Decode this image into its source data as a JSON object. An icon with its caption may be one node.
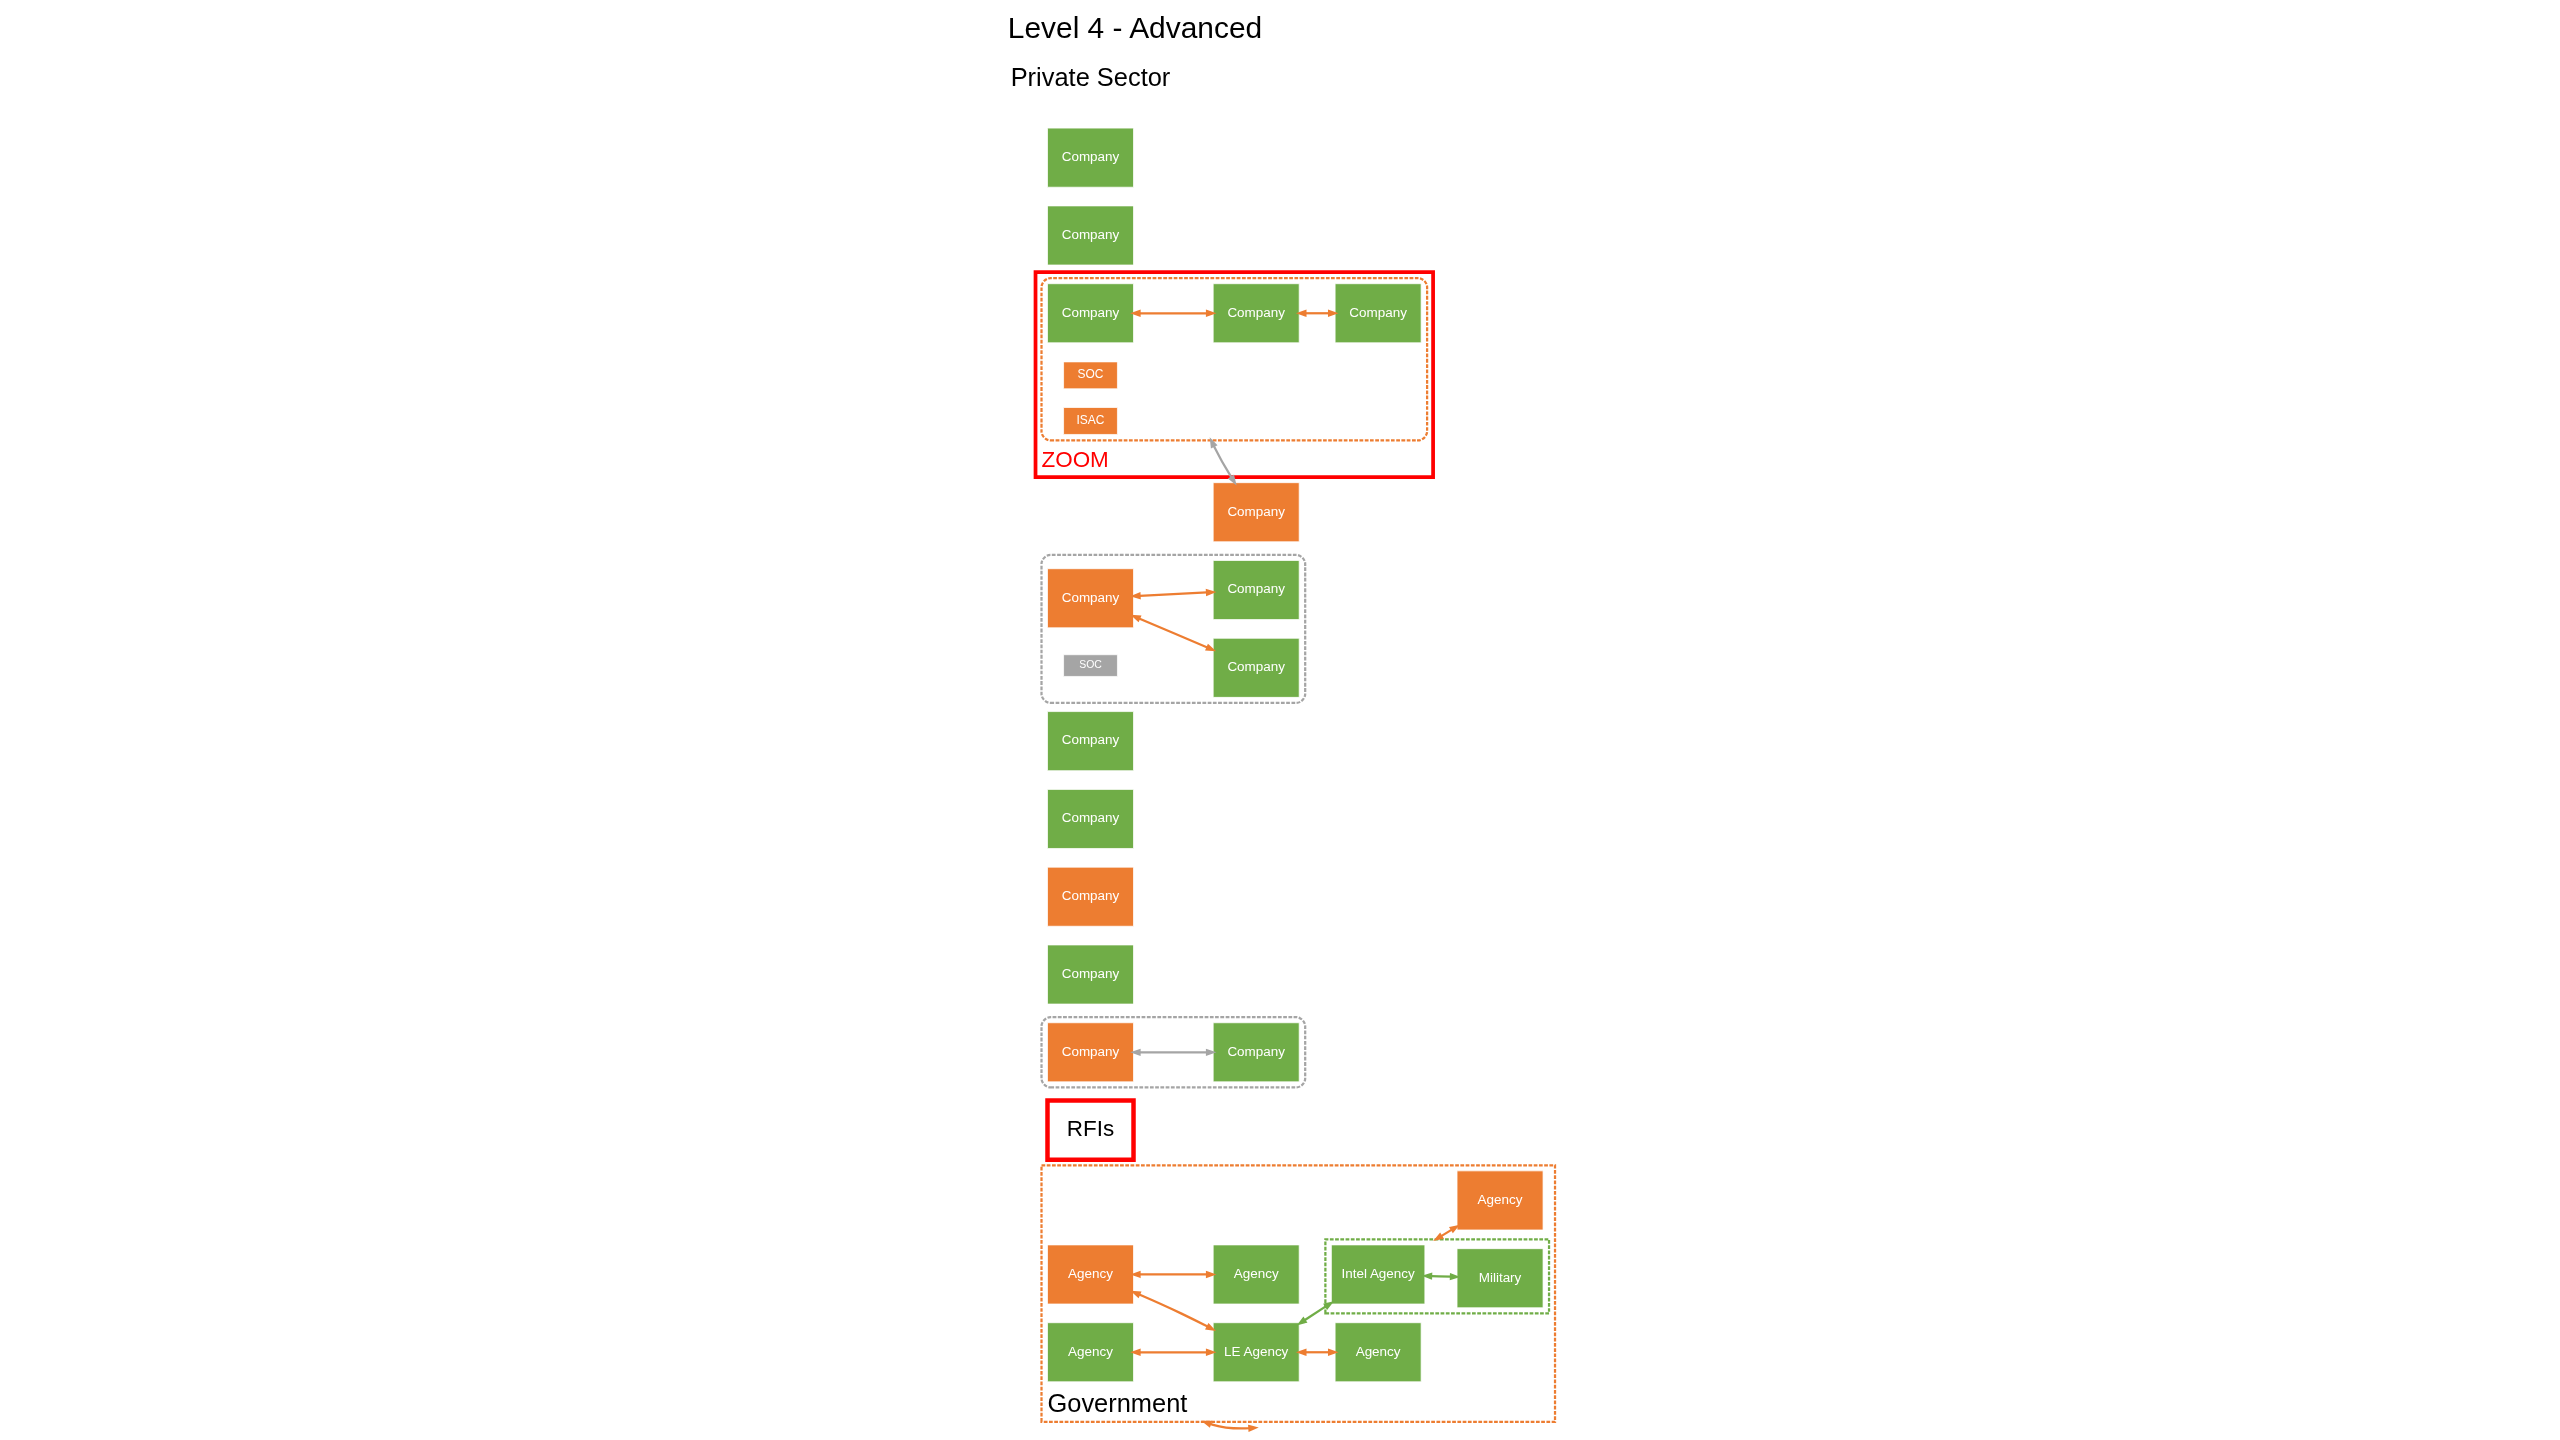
{
  "diagram": {
    "title": "Level 4 - Advanced",
    "nodes": [
      {
        "text": [
          "Government"
        ]
      },
      {
        "text": [
          "Agency"
        ],
        "in": 0
      },
      {
        "text": [
          "Agency"
        ],
        "in": 0
      },
      {
        "text": [
          "LE Agency"
        ],
        "in": 0
      },
      {
        "text": [
          "Agency"
        ],
        "in": 0
      },
      {
        "text": [],
        "shape": "box",
        "in": 0
      },
      {
        "text": [
          "Intel Agency"
        ],
        "in": 5
      },
      {
        "text": [
          "Military"
        ],
        "in": 5
      },
      {
        "text": [
          "Agency"
        ],
        "in": 0
      },
      {
        "text": [
          "Agency"
        ],
        "in": 0
      },
      {
        "text": [
          "RFIs"
        ]
      },
      {
        "text": [],
        "shape": "cloud"
      },
      {
        "text": [
          "Company"
        ],
        "in": 11
      },
      {
        "text": [
          "Company"
        ],
        "in": 11
      },
      {
        "text": [
          "Company"
        ]
      },
      {
        "text": [
          "Company"
        ]
      },
      {
        "text": [
          "Company"
        ]
      },
      {
        "text": [
          "Company"
        ]
      },
      {
        "text": [],
        "shape": "cloud"
      },
      {
        "text": [
          "Company"
        ],
        "in": 18
      },
      {
        "text": [
          "Company"
        ],
        "in": 18
      },
      {
        "text": [
          "SOC"
        ],
        "in": 18
      },
      {
        "text": [
          "Company"
        ],
        "in": 18
      },
      {
        "text": [
          "ZOOM"
        ]
      },
      {
        "text": [],
        "shape": "cloud",
        "in": 23
      },
      {
        "text": [
          "Company"
        ],
        "in": 24
      },
      {
        "text": [
          "Company"
        ],
        "in": 24
      },
      {
        "text": [
          "SOC"
        ],
        "in": 24
      },
      {
        "text": [
          "ISAC"
        ],
        "in": 24
      },
      {
        "text": [
          "Company"
        ],
        "in": 24
      },
      {
        "text": [
          "Company"
        ]
      },
      {
        "text": [
          "Company"
        ]
      },
      {
        "text": [
          "Company"
        ]
      }
    ],
    "edges": [
      {
        "from": 1,
        "to": 3,
        "arrow": "both"
      },
      {
        "from": 3,
        "to": 2,
        "arrow": "both"
      },
      {
        "from": 4,
        "to": 3,
        "arrow": "both"
      },
      {
        "from": 4,
        "to": 8,
        "arrow": "both"
      },
      {
        "from": 3,
        "to": 6,
        "arrow": "both",
        "color": "#70ad47"
      },
      {
        "from": 6,
        "to": 7,
        "arrow": "both",
        "color": "#70ad47"
      },
      {
        "from": 5,
        "to": 9,
        "arrow": "both"
      },
      {
        "from": 0,
        "to": null,
        "arrow": "both"
      },
      {
        "from": 12,
        "to": 13,
        "arrow": "both",
        "color": "#a5a5a5"
      },
      {
        "from": 20,
        "to": 19,
        "arrow": "both"
      },
      {
        "from": 20,
        "to": 22,
        "arrow": "both"
      },
      {
        "from": 25,
        "to": 26,
        "arrow": "both"
      },
      {
        "from": 26,
        "to": 29,
        "arrow": "both"
      },
      {
        "from": 24,
        "to": 31,
        "arrow": "both",
        "color": "#a5a5a5"
      }
    ],
    "labels": [
      "Private Sector"
    ]
  }
}
